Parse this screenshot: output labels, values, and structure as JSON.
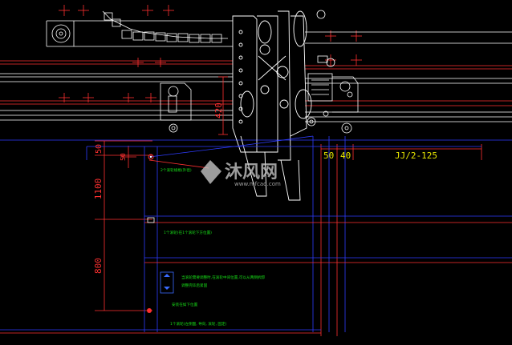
{
  "dimensions": {
    "d420": "420",
    "d50_left": "50",
    "d50_inner": "50",
    "d1100": "1100",
    "d800": "800",
    "d50_right": "50",
    "d40_right": "40",
    "d_jj": "JJ/2-125"
  },
  "notes": {
    "note_top": "2个滚轮规格(外径)",
    "note_mid": "1个滚轮(在1个滚轮下方位置)",
    "note_big_1": "当滚轮需要调整时,在滚轮中间位置,可以从两侧拆卸",
    "note_big_2": "调整完毕后紧固",
    "note_small": "安装在如下位置",
    "note_bottom": "1个滚轮(左侧面, 导向, 滚轮, 固定)"
  },
  "watermark": {
    "brand": "沐风网",
    "url": "www.mfcad.com"
  },
  "colors": {
    "background": "#000000",
    "line_white": "#ffffff",
    "line_red": "#ff3030",
    "line_blue": "#2e3cff",
    "dim_yellow": "#e6e600",
    "note_green": "#18e018"
  }
}
